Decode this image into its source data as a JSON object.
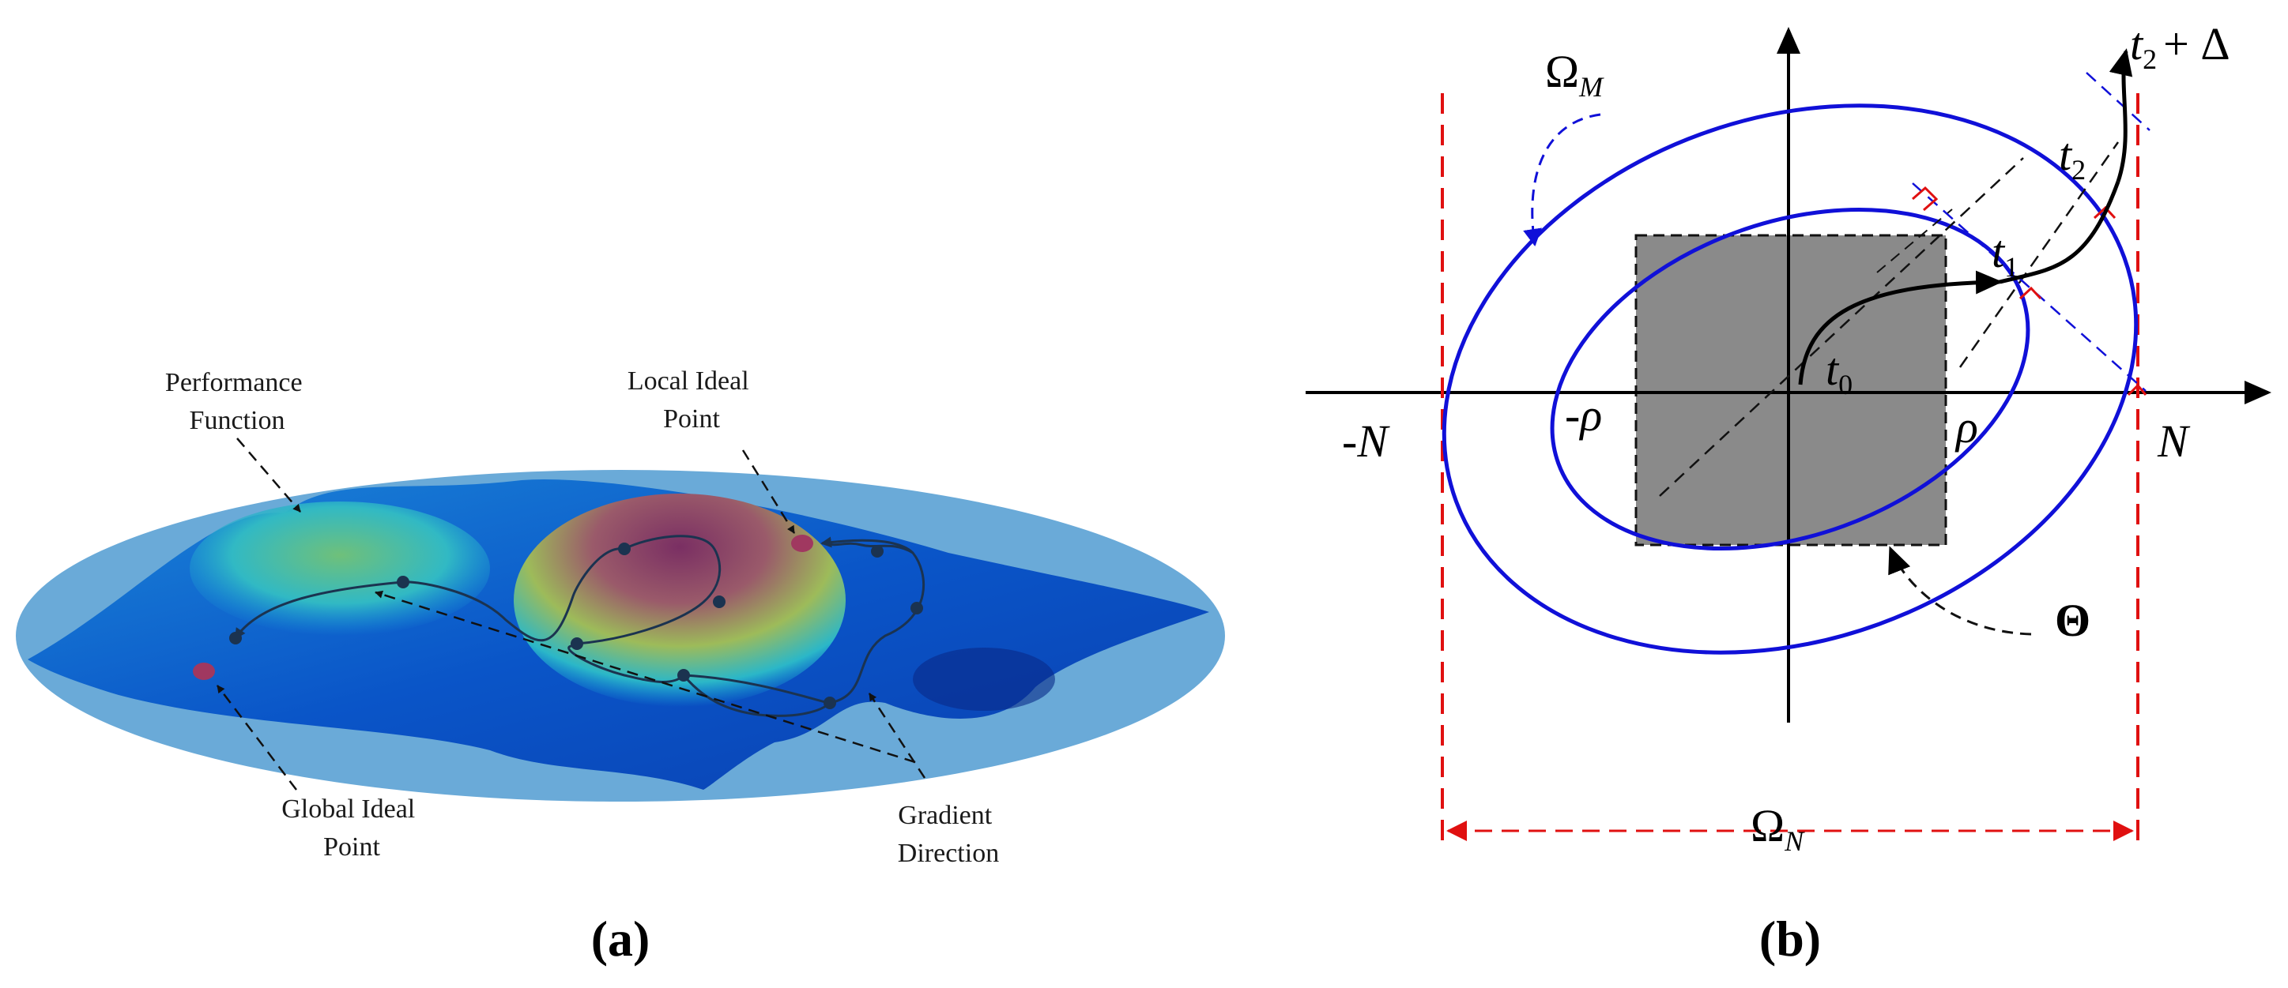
{
  "panel_a": {
    "caption": "(a)",
    "labels": {
      "performance_function": [
        "Performance",
        "Function"
      ],
      "local_ideal_point": [
        "Local Ideal",
        "Point"
      ],
      "global_ideal_point": [
        "Global Ideal",
        "Point"
      ],
      "gradient_direction": [
        "Gradient",
        "Direction"
      ]
    }
  },
  "panel_b": {
    "caption": "(b)",
    "omega_m": {
      "base": "Ω",
      "sub": "M"
    },
    "omega_n": {
      "base": "Ω",
      "sub": "N"
    },
    "theta": "Θ",
    "neg_n": "-N",
    "pos_n": "N",
    "neg_rho": "-ρ",
    "pos_rho": "ρ",
    "t0": {
      "base": "t",
      "sub": "0"
    },
    "t1": {
      "base": "t",
      "sub": "1"
    },
    "t2": {
      "base": "t",
      "sub": "2"
    },
    "t2_delta": {
      "base": "t",
      "sub": "2",
      "suffix": "+ Δ"
    }
  },
  "colors": {
    "blue": "#1010d8",
    "red": "#e01010",
    "gray": "#8a8a8a",
    "disk": "#6aaad8"
  }
}
